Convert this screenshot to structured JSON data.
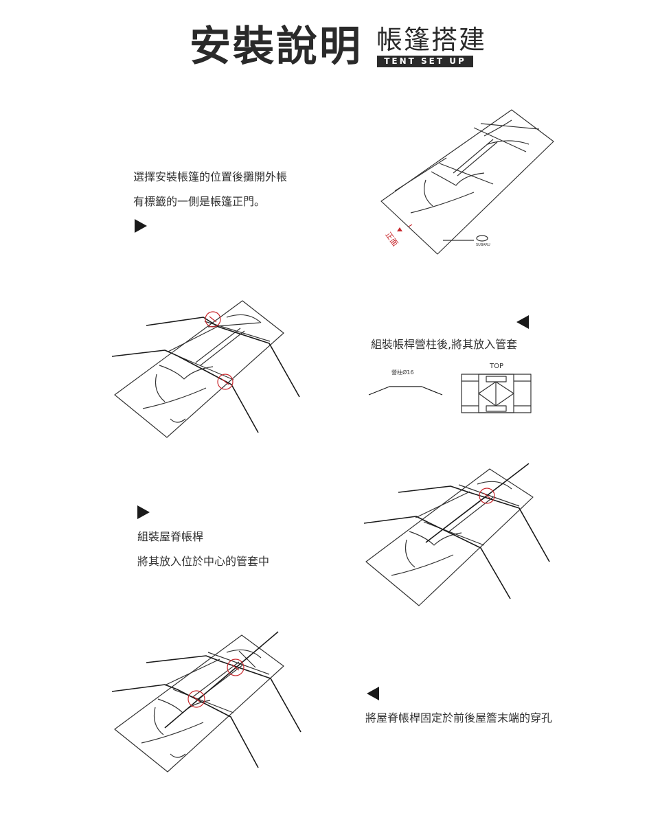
{
  "header": {
    "title": "安裝說明",
    "subtitle": "帳篷搭建",
    "badge": "TENT SET UP"
  },
  "steps": [
    {
      "lines": [
        "選擇安裝帳篷的位置後攤開外帳",
        "有標籤的一側是帳篷正門。"
      ],
      "front_label": "正面",
      "logo_text": "SUBARU"
    },
    {
      "lines": [
        "組裝帳桿營柱後,將其放入管套"
      ],
      "pole_label": "營柱Ø16",
      "top_label": "TOP"
    },
    {
      "lines": [
        "組裝屋脊帳桿",
        "將其放入位於中心的管套中"
      ]
    },
    {
      "lines": [
        "將屋脊帳桿固定於前後屋簷末端的穿孔"
      ]
    }
  ],
  "icons": {
    "step1_arrow": "arrow-right-icon",
    "step2_arrow": "arrow-left-icon",
    "step3_arrow": "arrow-right-icon",
    "step4_arrow": "arrow-left-icon"
  },
  "colors": {
    "ink": "#1a1a1a",
    "accent_red": "#c8282d"
  }
}
